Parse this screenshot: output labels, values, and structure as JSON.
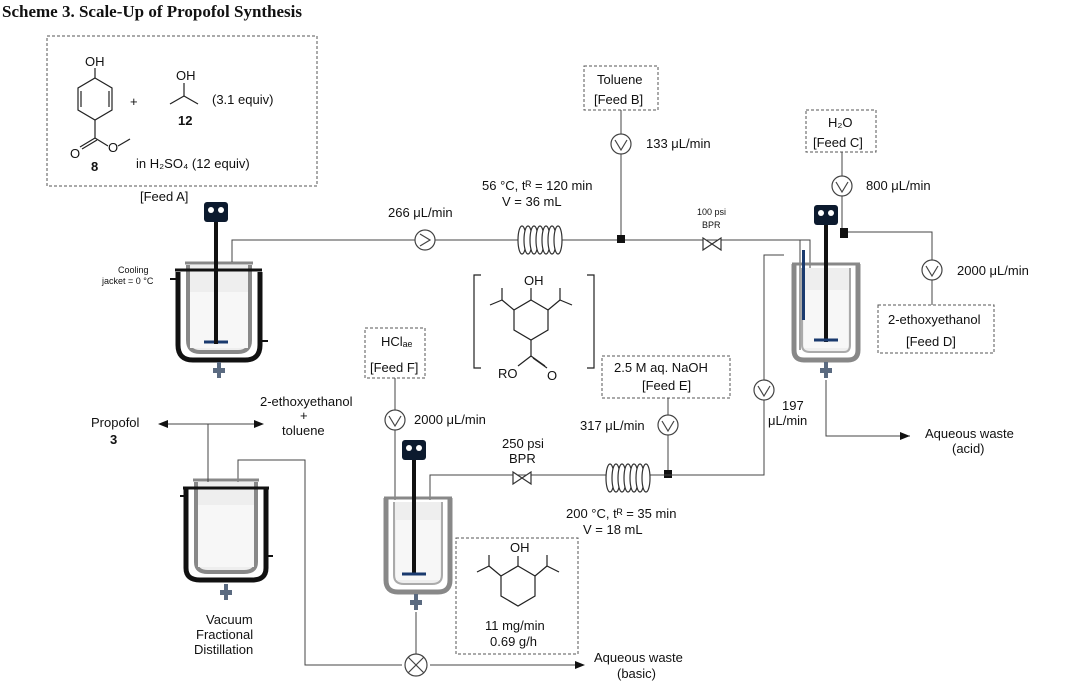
{
  "title": "Scheme 3. Scale-Up of Propofol Synthesis",
  "feed_a": {
    "oh_top": "OH",
    "plus": "+",
    "oh_ipa": "OH",
    "equiv": "(3.1 equiv)",
    "compound_12": "12",
    "compound_8": "8",
    "solvent": "in H₂SO₄ (12 equiv)",
    "label": "[Feed A]"
  },
  "cooling": {
    "line1": "Cooling",
    "line2": "jacket = 0 °C"
  },
  "pump_a_rate": "266 μL/min",
  "coil1": {
    "cond1": "56 °C, tᴿ = 120 min",
    "cond2": "V = 36 mL"
  },
  "feed_b": {
    "line1": "Toluene",
    "line2": "[Feed B]",
    "rate": "133 μL/min"
  },
  "bpr1": {
    "line1": "100 psi",
    "line2": "BPR"
  },
  "feed_c": {
    "line1": "H₂O",
    "line2": "[Feed C]",
    "rate": "800 μL/min"
  },
  "feed_d": {
    "line1": "2-ethoxyethanol",
    "line2": "[Feed D]",
    "rate": "2000 μL/min"
  },
  "intermediate": {
    "oh": "OH",
    "ro": "RO",
    "o": "O"
  },
  "feed_f": {
    "line1": "HClₐₑ",
    "line2": "[Feed F]",
    "rate": "2000 μL/min"
  },
  "feed_e": {
    "line1": "2.5 M aq. NaOH",
    "line2": "[Feed E]",
    "rate": "317 μL/min"
  },
  "pump_197": {
    "line1": "197",
    "line2": "μL/min"
  },
  "waste_acid": {
    "line1": "Aqueous waste",
    "line2": "(acid)"
  },
  "bpr2": {
    "line1": "250 psi",
    "line2": "BPR"
  },
  "coil2": {
    "cond1": "200 °C, tᴿ = 35 min",
    "cond2": "V = 18 mL"
  },
  "product": {
    "oh": "OH",
    "rate1": "11 mg/min",
    "rate2": "0.69 g/h"
  },
  "propofol": {
    "name": "Propofol",
    "num": "3"
  },
  "solvents": {
    "line1": "2-ethoxyethanol",
    "line2": "+",
    "line3": "toluene"
  },
  "distillation": {
    "line1": "Vacuum",
    "line2": "Fractional",
    "line3": "Distillation"
  },
  "waste_basic": {
    "line1": "Aqueous waste",
    "line2": "(basic)"
  }
}
